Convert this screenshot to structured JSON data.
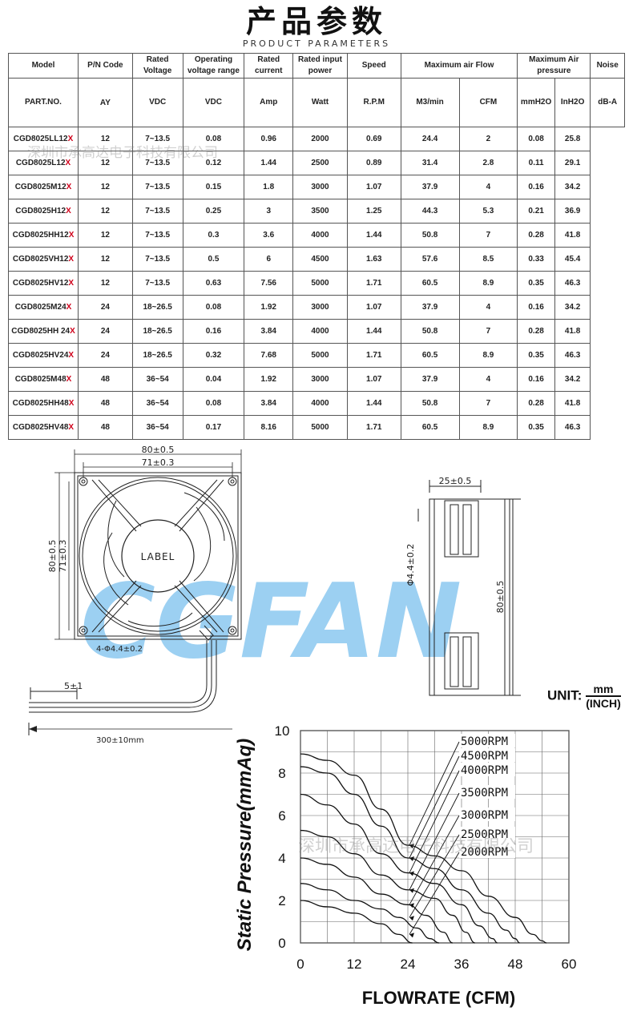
{
  "header": {
    "title": "产品参数",
    "subtitle": "PRODUCT PARAMETERS"
  },
  "table": {
    "header_row1": {
      "model": "Model",
      "pn_code": "P/N Code",
      "rated_voltage": "Rated Voltage",
      "operating_voltage": "Operating voltage range",
      "rated_current": "Rated current",
      "rated_power": "Rated input power",
      "speed": "Speed",
      "max_airflow": "Maximum air Flow",
      "max_pressure": "Maximum Air pressure",
      "noise": "Noise"
    },
    "header_row2": {
      "part_no": "PART.NO.",
      "vdc1": "VDC",
      "vdc2": "VDC",
      "amp": "Amp",
      "watt": "Watt",
      "rpm": "R.P.M",
      "m3min": "M3/min",
      "cfm": "CFM",
      "mmh2o": "mmH2O",
      "inh2o": "InH2O",
      "dba": "dB-A"
    },
    "pn_code_value": "AY",
    "rows": [
      {
        "model": "CGD8025LL12",
        "suffix": "X",
        "vdc": "12",
        "range": "7~13.5",
        "amp": "0.08",
        "watt": "0.96",
        "rpm": "2000",
        "m3": "0.69",
        "cfm": "24.4",
        "mm": "2",
        "inh": "0.08",
        "dba": "25.8"
      },
      {
        "model": "CGD8025L12",
        "suffix": "X",
        "vdc": "12",
        "range": "7~13.5",
        "amp": "0.12",
        "watt": "1.44",
        "rpm": "2500",
        "m3": "0.89",
        "cfm": "31.4",
        "mm": "2.8",
        "inh": "0.11",
        "dba": "29.1"
      },
      {
        "model": "CGD8025M12",
        "suffix": "X",
        "vdc": "12",
        "range": "7~13.5",
        "amp": "0.15",
        "watt": "1.8",
        "rpm": "3000",
        "m3": "1.07",
        "cfm": "37.9",
        "mm": "4",
        "inh": "0.16",
        "dba": "34.2"
      },
      {
        "model": "CGD8025H12",
        "suffix": "X",
        "vdc": "12",
        "range": "7~13.5",
        "amp": "0.25",
        "watt": "3",
        "rpm": "3500",
        "m3": "1.25",
        "cfm": "44.3",
        "mm": "5.3",
        "inh": "0.21",
        "dba": "36.9"
      },
      {
        "model": "CGD8025HH12",
        "suffix": "X",
        "vdc": "12",
        "range": "7~13.5",
        "amp": "0.3",
        "watt": "3.6",
        "rpm": "4000",
        "m3": "1.44",
        "cfm": "50.8",
        "mm": "7",
        "inh": "0.28",
        "dba": "41.8"
      },
      {
        "model": "CGD8025VH12",
        "suffix": "X",
        "vdc": "12",
        "range": "7~13.5",
        "amp": "0.5",
        "watt": "6",
        "rpm": "4500",
        "m3": "1.63",
        "cfm": "57.6",
        "mm": "8.5",
        "inh": "0.33",
        "dba": "45.4"
      },
      {
        "model": "CGD8025HV12",
        "suffix": "X",
        "vdc": "12",
        "range": "7~13.5",
        "amp": "0.63",
        "watt": "7.56",
        "rpm": "5000",
        "m3": "1.71",
        "cfm": "60.5",
        "mm": "8.9",
        "inh": "0.35",
        "dba": "46.3"
      },
      {
        "model": "CGD8025M24",
        "suffix": "X",
        "vdc": "24",
        "range": "18~26.5",
        "amp": "0.08",
        "watt": "1.92",
        "rpm": "3000",
        "m3": "1.07",
        "cfm": "37.9",
        "mm": "4",
        "inh": "0.16",
        "dba": "34.2"
      },
      {
        "model": "CGD8025HH 24",
        "suffix": "X",
        "vdc": "24",
        "range": "18~26.5",
        "amp": "0.16",
        "watt": "3.84",
        "rpm": "4000",
        "m3": "1.44",
        "cfm": "50.8",
        "mm": "7",
        "inh": "0.28",
        "dba": "41.8"
      },
      {
        "model": "CGD8025HV24",
        "suffix": "X",
        "vdc": "24",
        "range": "18~26.5",
        "amp": "0.32",
        "watt": "7.68",
        "rpm": "5000",
        "m3": "1.71",
        "cfm": "60.5",
        "mm": "8.9",
        "inh": "0.35",
        "dba": "46.3"
      },
      {
        "model": "CGD8025M48",
        "suffix": "X",
        "vdc": "48",
        "range": "36~54",
        "amp": "0.04",
        "watt": "1.92",
        "rpm": "3000",
        "m3": "1.07",
        "cfm": "37.9",
        "mm": "4",
        "inh": "0.16",
        "dba": "34.2"
      },
      {
        "model": "CGD8025HH48",
        "suffix": "X",
        "vdc": "48",
        "range": "36~54",
        "amp": "0.08",
        "watt": "3.84",
        "rpm": "4000",
        "m3": "1.44",
        "cfm": "50.8",
        "mm": "7",
        "inh": "0.28",
        "dba": "41.8"
      },
      {
        "model": "CGD8025HV48",
        "suffix": "X",
        "vdc": "48",
        "range": "36~54",
        "amp": "0.17",
        "watt": "8.16",
        "rpm": "5000",
        "m3": "1.71",
        "cfm": "60.5",
        "mm": "8.9",
        "inh": "0.35",
        "dba": "46.3"
      }
    ]
  },
  "drawing": {
    "dim_80": "80±0.5",
    "dim_71": "71±0.3",
    "dim_80_v": "80±0.5",
    "dim_71_v": "71±0.3",
    "hole": "4-Φ4.4±0.2",
    "label": "LABEL",
    "strip": "5±1",
    "cable": "300±10mm",
    "side_25": "25±0.5",
    "side_hole": "Φ4.4±0.2",
    "side_80": "80±0.5",
    "watermark_big": "CGFAN",
    "watermark_cn": "深圳市承高达电子科技有限公司",
    "watermark_color": "#7cc1ee"
  },
  "unit": {
    "label": "UNIT:",
    "num": "mm",
    "den": "(INCH)"
  },
  "chart_data": {
    "type": "line",
    "title": "",
    "xlabel": "FLOWRATE (CFM)",
    "ylabel": "Static Pressure(mmAq)",
    "xlim": [
      0,
      60
    ],
    "ylim": [
      0,
      10
    ],
    "xticks": [
      "0",
      "12",
      "24",
      "36",
      "48",
      "60"
    ],
    "yticks": [
      "0",
      "2",
      "4",
      "6",
      "8",
      "10"
    ],
    "grid": true,
    "series": [
      {
        "name": "5000RPM",
        "x": [
          0,
          6,
          12,
          18,
          24,
          30,
          36,
          42,
          48,
          52,
          54,
          55
        ],
        "y": [
          8.9,
          8.6,
          7.9,
          6.3,
          4.6,
          4.1,
          3.4,
          2.2,
          1.2,
          0.4,
          0.1,
          0
        ]
      },
      {
        "name": "4500RPM",
        "x": [
          0,
          6,
          12,
          18,
          24,
          30,
          36,
          42,
          46,
          48,
          49
        ],
        "y": [
          8.3,
          8.0,
          7.0,
          5.5,
          4.0,
          3.5,
          2.5,
          1.4,
          0.6,
          0.2,
          0
        ]
      },
      {
        "name": "4000RPM",
        "x": [
          0,
          6,
          12,
          18,
          24,
          30,
          36,
          40,
          43,
          44
        ],
        "y": [
          7.0,
          6.5,
          5.6,
          4.2,
          3.3,
          2.8,
          1.8,
          0.8,
          0.2,
          0
        ]
      },
      {
        "name": "3500RPM",
        "x": [
          0,
          6,
          12,
          18,
          24,
          30,
          34,
          37,
          39
        ],
        "y": [
          5.3,
          5.0,
          4.2,
          3.2,
          2.5,
          2.1,
          1.3,
          0.5,
          0
        ]
      },
      {
        "name": "3000RPM",
        "x": [
          0,
          6,
          12,
          18,
          24,
          28,
          32,
          34
        ],
        "y": [
          4.0,
          3.7,
          3.1,
          2.3,
          1.8,
          1.3,
          0.5,
          0
        ]
      },
      {
        "name": "2500RPM",
        "x": [
          0,
          6,
          12,
          18,
          22,
          26,
          29,
          31
        ],
        "y": [
          2.8,
          2.5,
          2.0,
          1.6,
          1.2,
          0.7,
          0.2,
          0
        ]
      },
      {
        "name": "2000RPM",
        "x": [
          0,
          6,
          12,
          18,
          22,
          25
        ],
        "y": [
          2.0,
          1.7,
          1.4,
          0.9,
          0.4,
          0
        ]
      }
    ]
  }
}
